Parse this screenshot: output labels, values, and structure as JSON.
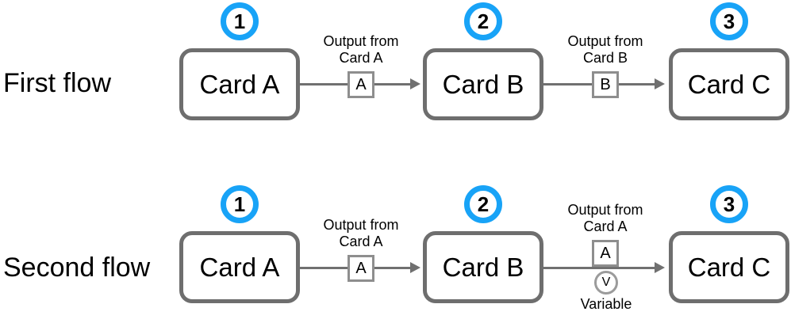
{
  "colors": {
    "accent_blue": "#18A3F7",
    "card_border": "#6E6E6E",
    "token_border": "#8E8E8E",
    "variable_border": "#9B9B9B",
    "arrow_line": "#707070",
    "text": "#000000",
    "background": "#FFFFFF"
  },
  "flows": [
    {
      "label": "First flow",
      "steps": [
        {
          "number": "1",
          "title": "Card A"
        },
        {
          "number": "2",
          "title": "Card B"
        },
        {
          "number": "3",
          "title": "Card C"
        }
      ],
      "connectors": [
        {
          "label_line1": "Output from",
          "label_line2": "Card A",
          "token": "A"
        },
        {
          "label_line1": "Output from",
          "label_line2": "Card B",
          "token": "B"
        }
      ]
    },
    {
      "label": "Second flow",
      "steps": [
        {
          "number": "1",
          "title": "Card A"
        },
        {
          "number": "2",
          "title": "Card B"
        },
        {
          "number": "3",
          "title": "Card C"
        }
      ],
      "connectors": [
        {
          "label_line1": "Output from",
          "label_line2": "Card A",
          "token": "A"
        },
        {
          "label_line1": "Output from",
          "label_line2": "Card A",
          "token": "A",
          "variable": {
            "token": "V",
            "label": "Variable"
          }
        }
      ]
    }
  ]
}
